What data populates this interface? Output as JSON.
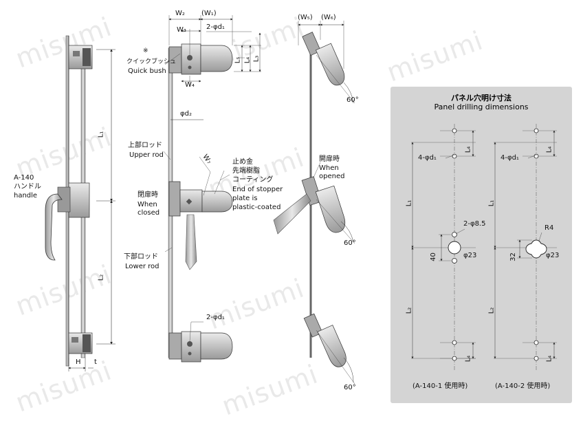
{
  "watermark_text": "misumi",
  "left_view": {
    "handle_label_code": "A-140",
    "handle_label_jp": "ハンドル",
    "handle_label_en": "handle",
    "dim_L1": "L₁",
    "dim_L2": "L₂",
    "dim_H": "H",
    "dim_t": "t"
  },
  "middle_view": {
    "dim_W2": "W₂",
    "dim_W1": "(W₁)",
    "dim_W3": "W₃",
    "dim_W4": "W₄",
    "dim_d1_top": "2-φd₁",
    "dim_d1_bottom": "2-φd₁",
    "dim_L3": "L₃",
    "dim_L4": "L₄",
    "dim_L5": "L₅",
    "dim_d2": "φd₂",
    "dim_W7": "W₇",
    "quick_bush_mark": "※",
    "quick_bush_jp": "クイックブッシュ",
    "quick_bush_en": "Quick bush",
    "upper_rod_jp": "上部ロッド",
    "upper_rod_en": "Upper rod",
    "closed_jp": "閉扉時",
    "closed_en_1": "When",
    "closed_en_2": "closed",
    "lower_rod_jp": "下部ロッド",
    "lower_rod_en": "Lower rod",
    "stopper_jp_1": "止め金",
    "stopper_jp_2": "先端樹脂",
    "stopper_jp_3": "コーティング",
    "stopper_en_1": "End of stopper",
    "stopper_en_2": "plate is",
    "stopper_en_3": "plastic-coated"
  },
  "right_view": {
    "dim_W5": "(W₅)",
    "dim_W6": "(W₆)",
    "angle_top": "60°",
    "angle_mid": "60°",
    "angle_bottom": "60°",
    "opened_jp": "開扉時",
    "opened_en_1": "When",
    "opened_en_2": "opened"
  },
  "panel": {
    "title_jp": "パネル穴明け寸法",
    "title_en": "Panel drilling dimensions",
    "left": {
      "holes": "4-φd₁",
      "hole_center": "2-φ8.5",
      "dim_40": "40",
      "dia": "φ23",
      "L1": "L₁",
      "L2": "L₂",
      "L4_top": "L₄",
      "L4_bottom": "L₄",
      "caption": "(A-140-1 使用時)"
    },
    "right": {
      "holes": "4-φd₁",
      "radius": "R4",
      "dim_32": "32",
      "dia": "φ23",
      "L1": "L₁",
      "L2": "L₂",
      "L4_top": "L₄",
      "L4_bottom": "L₄",
      "caption": "(A-140-2 使用時)"
    },
    "background_color": "#d4d4d4"
  }
}
